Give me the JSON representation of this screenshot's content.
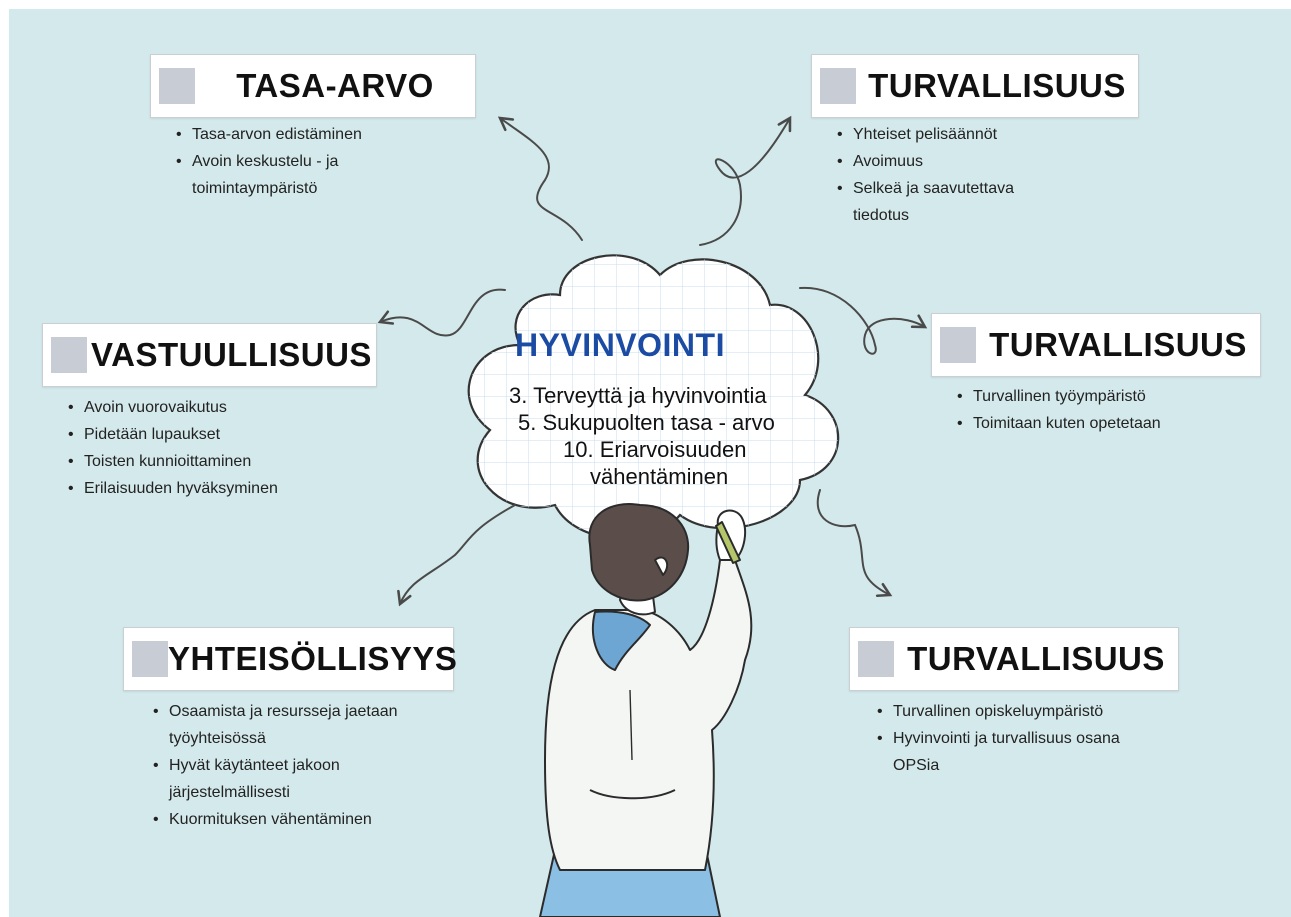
{
  "center": {
    "title": "HYVINVOINTI",
    "line1": "3. Terveyttä ja hyvinvointia",
    "line2": "5. Sukupuolten tasa - arvo",
    "line3": "10. Eriarvoisuuden",
    "line4": "vähentäminen"
  },
  "cards": {
    "tasa_arvo": {
      "title": "TASA-ARVO",
      "items": [
        "Tasa-arvon edistäminen",
        "Avoin keskustelu - ja",
        "toimintaympäristö"
      ]
    },
    "turvallisuus_top": {
      "title": "TURVALLISUUS",
      "items": [
        "Yhteiset pelisäännöt",
        "Avoimuus",
        "Selkeä ja saavutettava",
        "tiedotus"
      ]
    },
    "vastuullisuus": {
      "title": "VASTUULLISUUS",
      "items": [
        "Avoin vuorovaikutus",
        "Pidetään lupaukset",
        "Toisten kunnioittaminen",
        "Erilaisuuden hyväksyminen"
      ]
    },
    "turvallisuus_mid": {
      "title": "TURVALLISUUS",
      "items": [
        "Turvallinen työympäristö",
        "Toimitaan kuten opetetaan"
      ]
    },
    "yhteisollisyys": {
      "title": "YHTEISÖLLISYYS",
      "items": [
        "Osaamista ja resursseja jaetaan",
        "työyhteisössä",
        "Hyvät käytänteet jakoon",
        "järjestelmällisesti",
        "Kuormituksen vähentäminen"
      ]
    },
    "turvallisuus_bottom": {
      "title": "TURVALLISUUS",
      "items": [
        "Turvallinen opiskeluympäristö",
        "Hyvinvointi ja turvallisuus osana",
        "OPSia"
      ]
    }
  },
  "colors": {
    "background": "#d4e9eb",
    "center_title": "#1b4ba3",
    "hoodie": "#f4f6f4",
    "hood_inner": "#6ea6d3",
    "pants": "#8cbfe4",
    "hair": "#5b4e4a"
  }
}
